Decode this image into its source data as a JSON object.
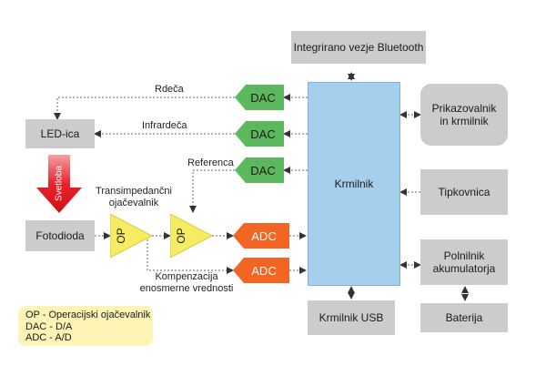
{
  "blocks": {
    "bluetooth": "Integrirano vezje Bluetooth",
    "mcu": "Krmilnik",
    "display": "Prikazovalnik\nin krmilnik",
    "keyboard": "Tipkovnica",
    "charger": "Polnilnik\nakumulatorja",
    "battery": "Baterija",
    "usb": "Krmilnik USB",
    "led": "LED-ica",
    "photodiode": "Fotodioda"
  },
  "converters": {
    "dac_label": "DAC",
    "adc_label": "ADC",
    "op_label": "OP"
  },
  "signals": {
    "red": "Rdeča",
    "infrared": "Infrardeča",
    "reference": "Referenca",
    "light": "Svetloba",
    "transimpedance": "Transimpedančni\nojačevalnik",
    "compensation": "Kompenzacija\nenosmerne vrednosti"
  },
  "legend": [
    "OP - Operacijski ojačevalnik",
    "DAC - D/A",
    "ADC - A/D"
  ],
  "colors": {
    "block_gray": "#cccccc",
    "mcu_blue": "#a6cfee",
    "dac_green": "#5cb85c",
    "adc_orange": "#f26522",
    "opamp_yellow": "#f5ec63",
    "light_arrow_red": "#e8222a",
    "legend_yellow": "#fdf4b6"
  }
}
